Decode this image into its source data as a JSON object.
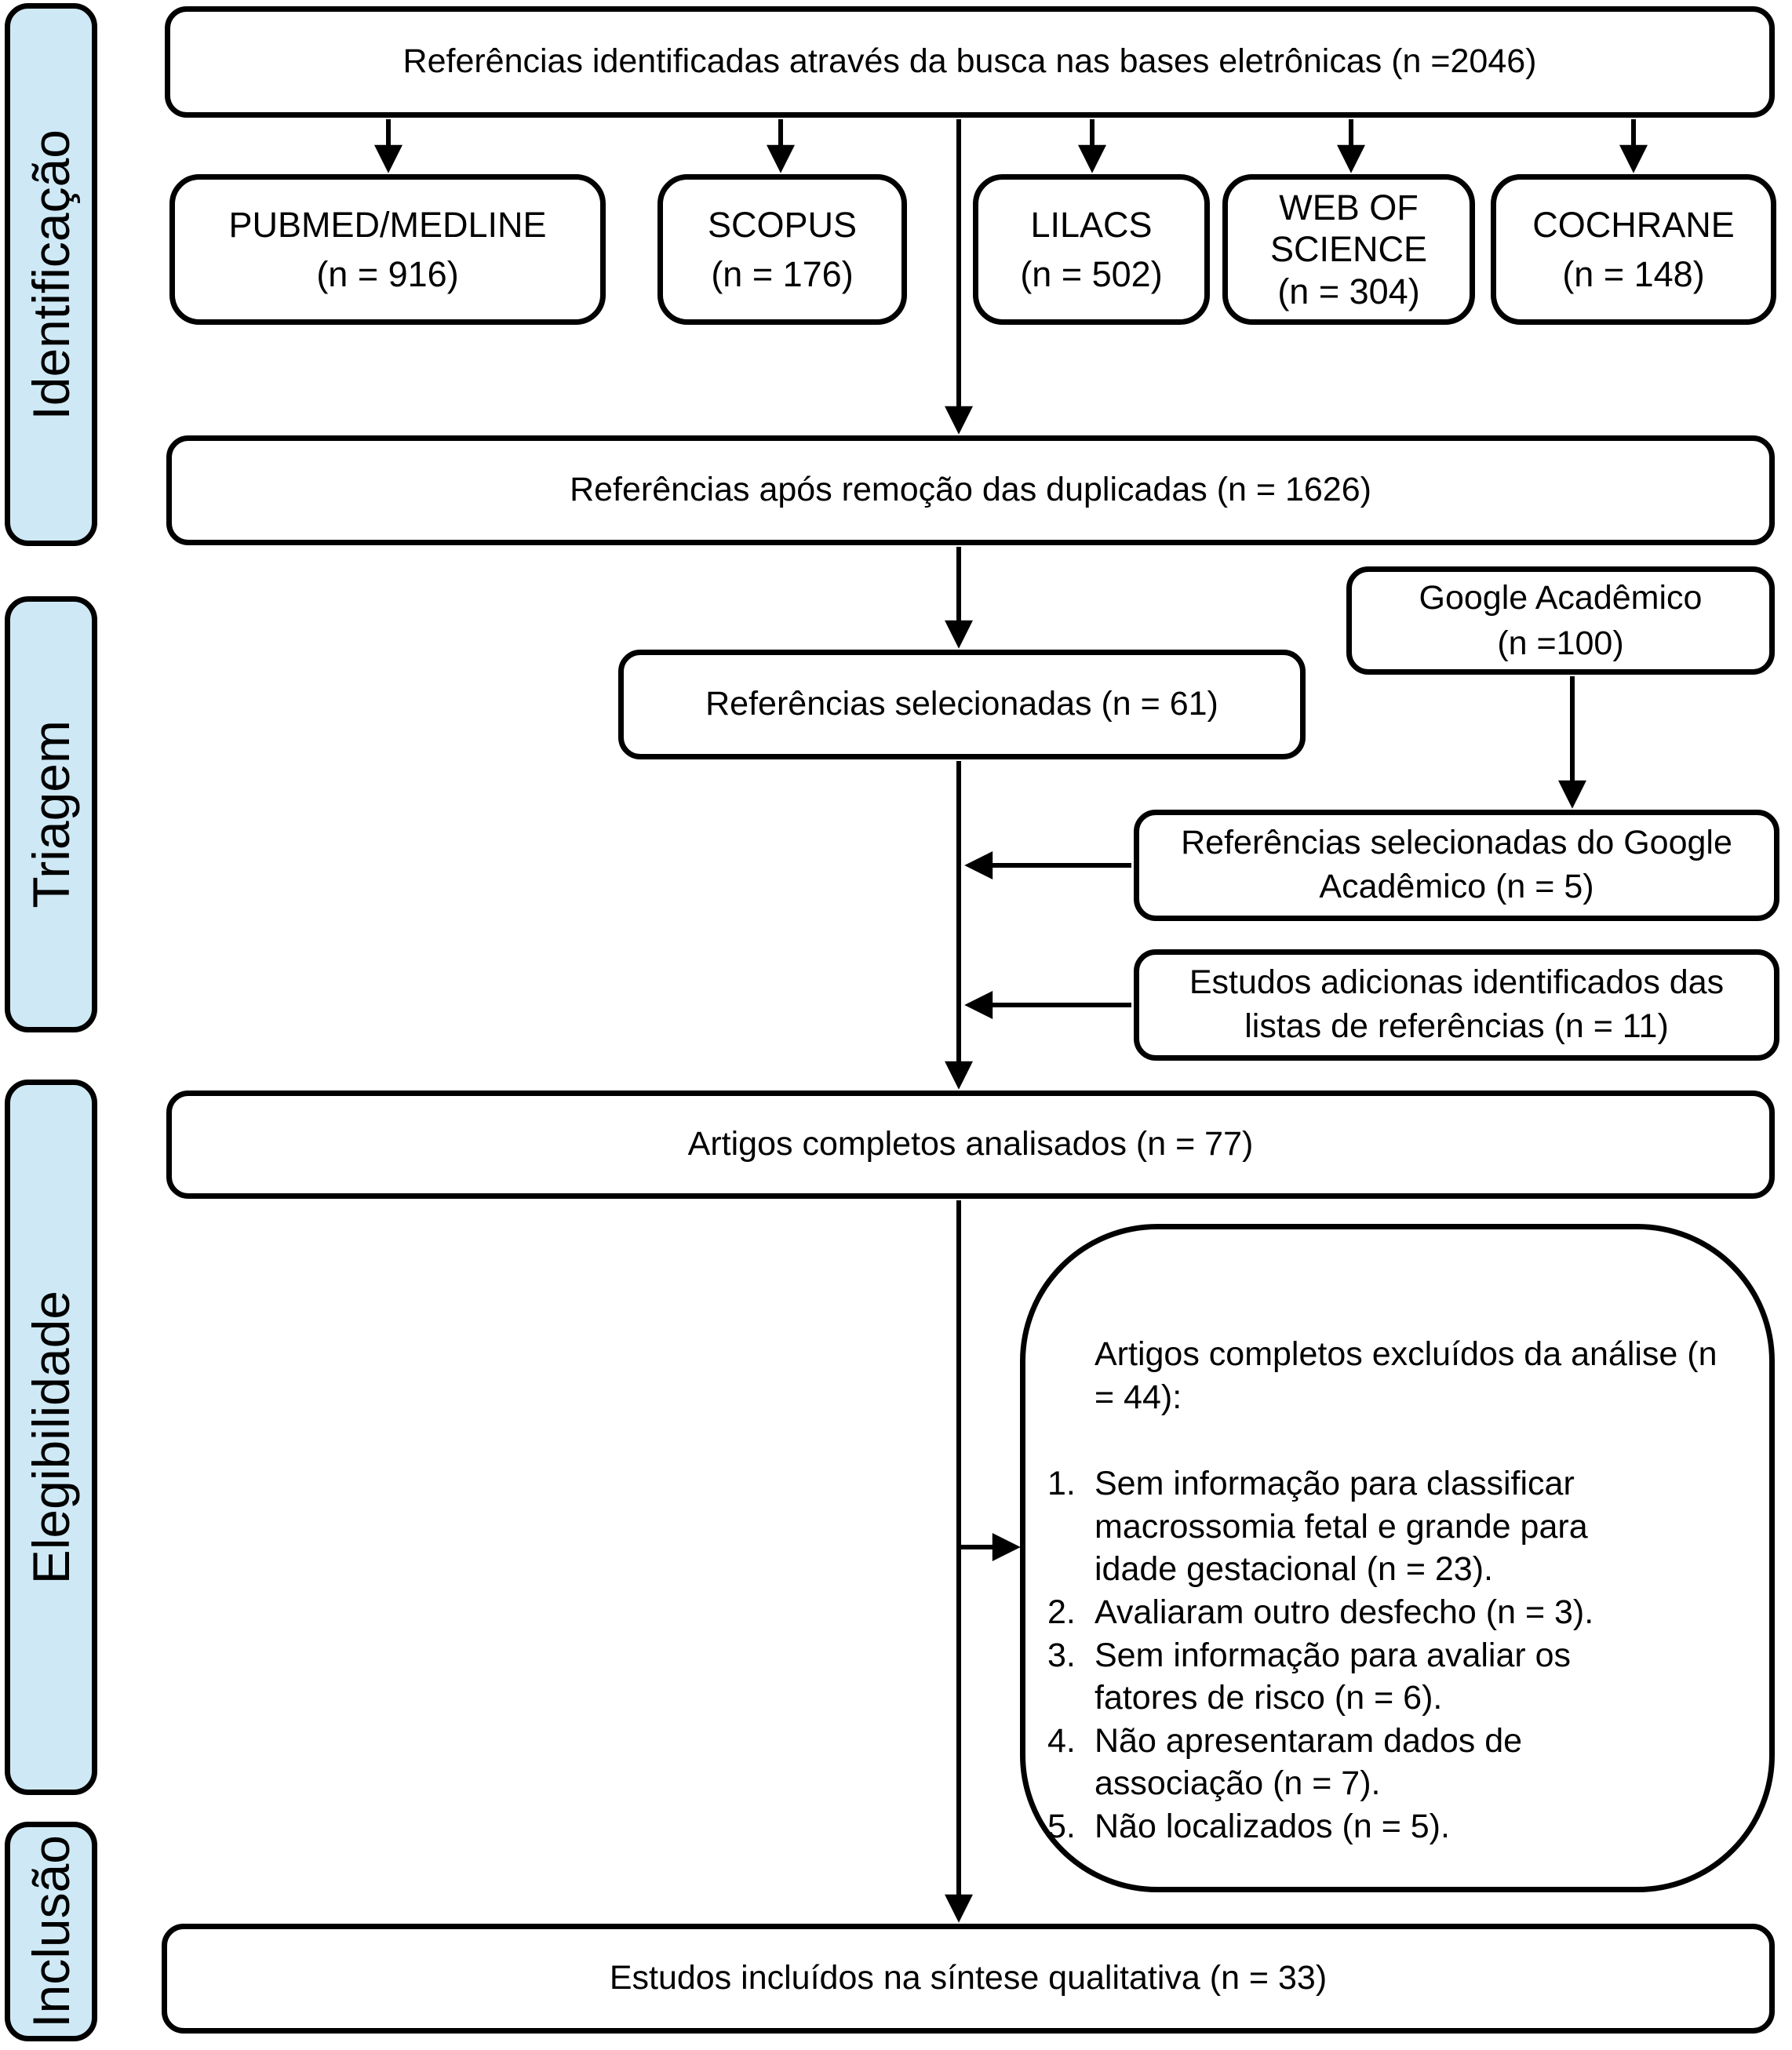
{
  "stages": [
    {
      "label": "Identificação"
    },
    {
      "label": "Triagem"
    },
    {
      "label": "Elegibilidade"
    },
    {
      "label": "Inclusão"
    }
  ],
  "flow": {
    "identified": {
      "text": "Referências identificadas através da busca nas bases eletrônicas (n =2046)"
    },
    "databases": [
      {
        "name": "PUBMED/MEDLINE",
        "count": "(n = 916)"
      },
      {
        "name": "SCOPUS",
        "count": "(n = 176)"
      },
      {
        "name": "LILACS",
        "count": "(n = 502)"
      },
      {
        "name": "WEB OF SCIENCE",
        "count": "(n = 304)"
      },
      {
        "name": "COCHRANE",
        "count": "(n = 148)"
      }
    ],
    "deduplicated": {
      "text": "Referências após remoção das duplicadas (n = 1626)"
    },
    "google_scholar": {
      "name": "Google Acadêmico",
      "count": "(n =100)"
    },
    "screened": {
      "text": "Referências selecionadas (n = 61)"
    },
    "google_selected": {
      "text": "Referências selecionadas do Google Acadêmico (n = 5)"
    },
    "additional": {
      "text": "Estudos adicionas identificados das listas de referências (n = 11)"
    },
    "full_text": {
      "text": "Artigos completos analisados (n = 77)"
    },
    "excluded": {
      "heading": "Artigos completos excluídos da análise (n = 44):",
      "items": [
        {
          "num": "1.",
          "text": "Sem informação para classificar macrossomia fetal e grande para idade gestacional (n = 23)."
        },
        {
          "num": "2.",
          "text": "Avaliaram outro desfecho (n = 3)."
        },
        {
          "num": "3.",
          "text": "Sem informação para avaliar os fatores de risco (n = 6)."
        },
        {
          "num": "4.",
          "text": "Não apresentaram dados de associação (n = 7)."
        },
        {
          "num": "5.",
          "text": "Não localizados (n = 5)."
        }
      ]
    },
    "included": {
      "text": "Estudos incluídos na síntese qualitativa (n = 33)"
    }
  },
  "colors": {
    "stage_fill": "#cee9f5",
    "border": "#000000",
    "box_fill": "#ffffff"
  }
}
